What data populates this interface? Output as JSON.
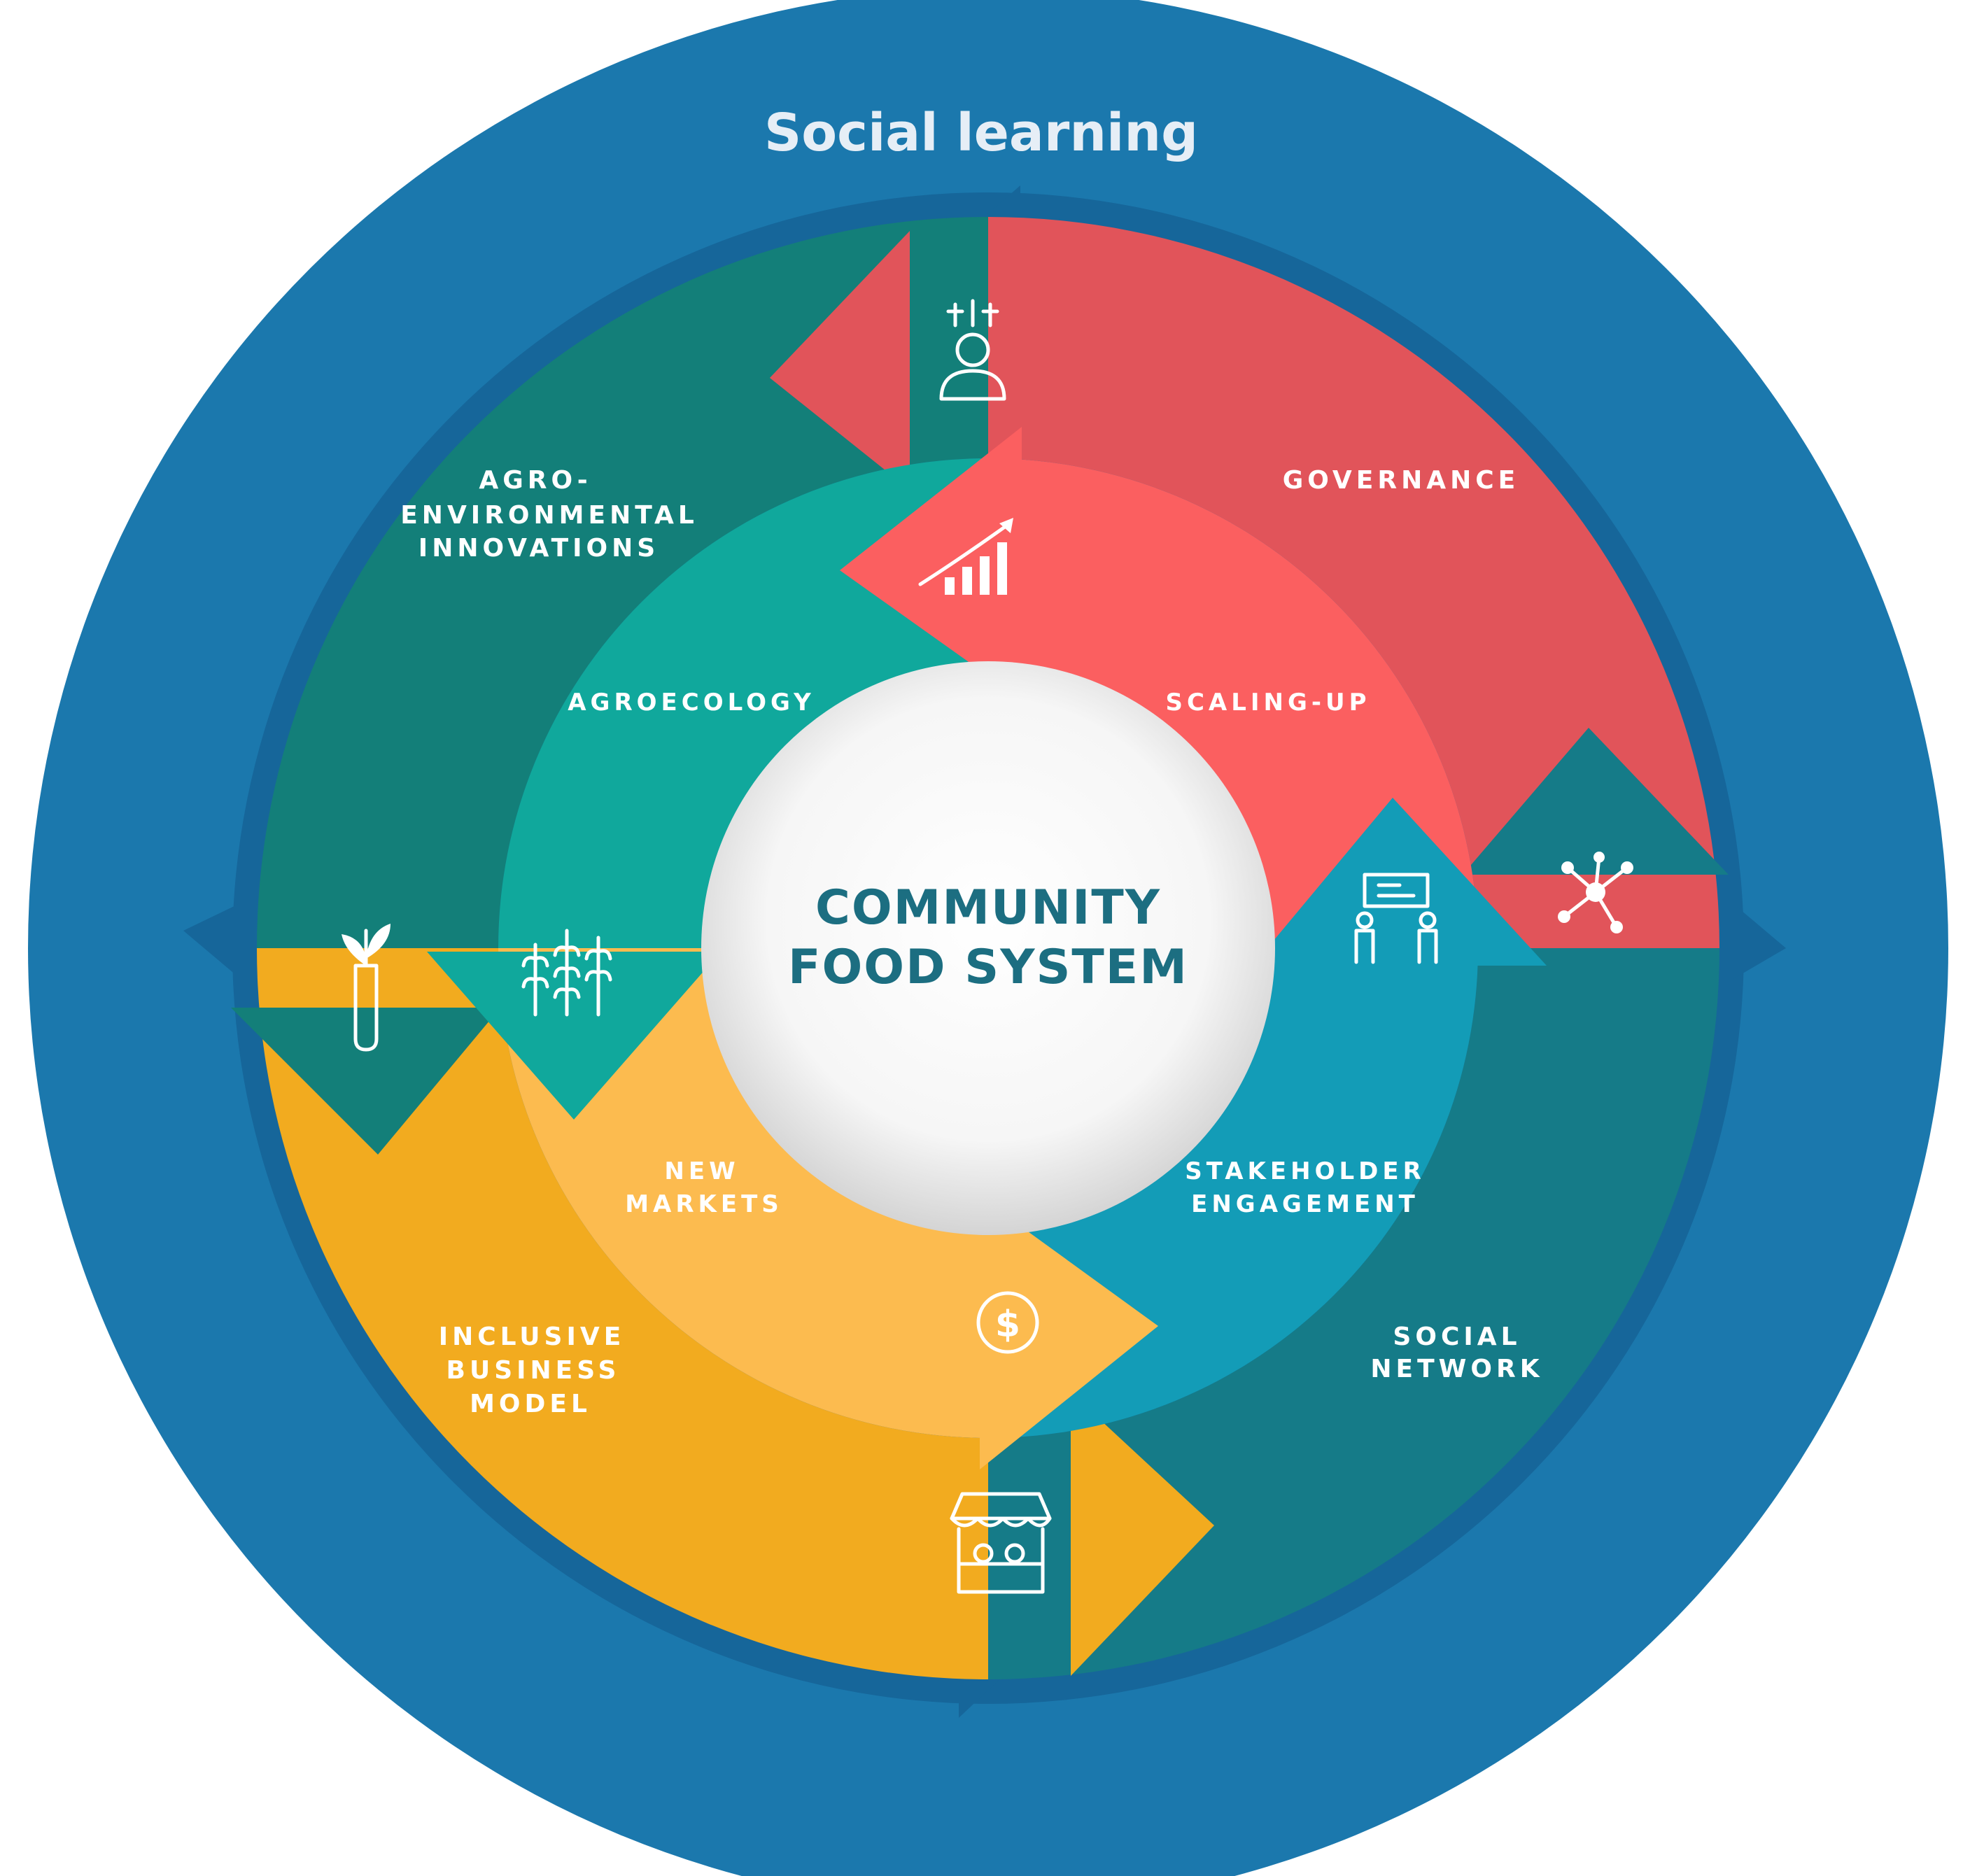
{
  "title": "Social learning",
  "center": {
    "line1": "COMMUNITY",
    "line2": "FOOD SYSTEM"
  },
  "outer_ring": {
    "governance": [
      "GOVERNANCE"
    ],
    "agro_env": [
      "AGRO-",
      "ENVIRONMENTAL",
      "INNOVATIONS"
    ],
    "inclusive": [
      "INCLUSIVE",
      "BUSINESS",
      "MODEL"
    ],
    "social_network": [
      "SOCIAL",
      "NETWORK"
    ]
  },
  "inner_ring": {
    "agroecology": [
      "AGROECOLOGY"
    ],
    "scaling_up": [
      "SCALING-UP"
    ],
    "new_markets": [
      "NEW",
      "MARKETS"
    ],
    "stakeholder": [
      "STAKEHOLDER",
      "ENGAGEMENT"
    ]
  },
  "colors": {
    "background_ring": "#1b78ad",
    "outer_teal": "#137f79",
    "outer_red": "#e1545a",
    "outer_orange": "#f2ab1f",
    "outer_dark_teal": "#157b88",
    "inner_teal": "#10a89c",
    "inner_red": "#fb5f60",
    "inner_orange": "#fcbb4f",
    "inner_blue": "#139cb7",
    "center_text": "#1c6e81"
  },
  "icons": [
    "farmer-icon",
    "growth-chart-icon",
    "network-icon",
    "stakeholders-icon",
    "seedling-tube-icon",
    "wheat-icon",
    "dollar-coin-icon",
    "market-stall-icon"
  ]
}
